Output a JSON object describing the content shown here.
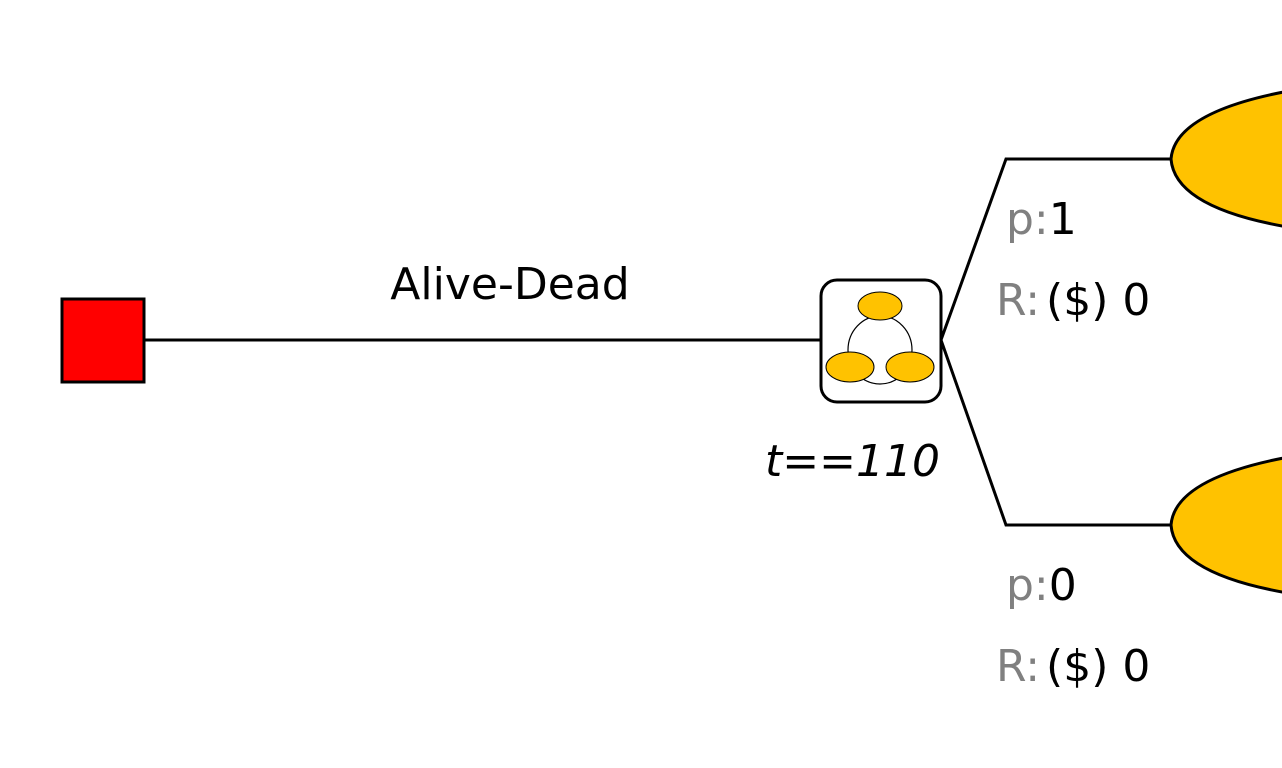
{
  "tree": {
    "root": {
      "shape": "square",
      "color": "#ff0000"
    },
    "branch_label": "Alive-Dead",
    "markov_node": {
      "icon": "markov-node-icon",
      "node_color": "#ffc200",
      "condition": "t==110"
    },
    "outcomes": [
      {
        "p_prefix": "p:",
        "p_value": "1",
        "r_prefix": "R:",
        "r_value": "($) 0",
        "terminal_color": "#ffc200"
      },
      {
        "p_prefix": "p:",
        "p_value": "0",
        "r_prefix": "R:",
        "r_value": "($) 0",
        "terminal_color": "#ffc200"
      }
    ],
    "colors": {
      "line": "#000000",
      "prefix_gray": "#808080",
      "text": "#000000"
    }
  }
}
